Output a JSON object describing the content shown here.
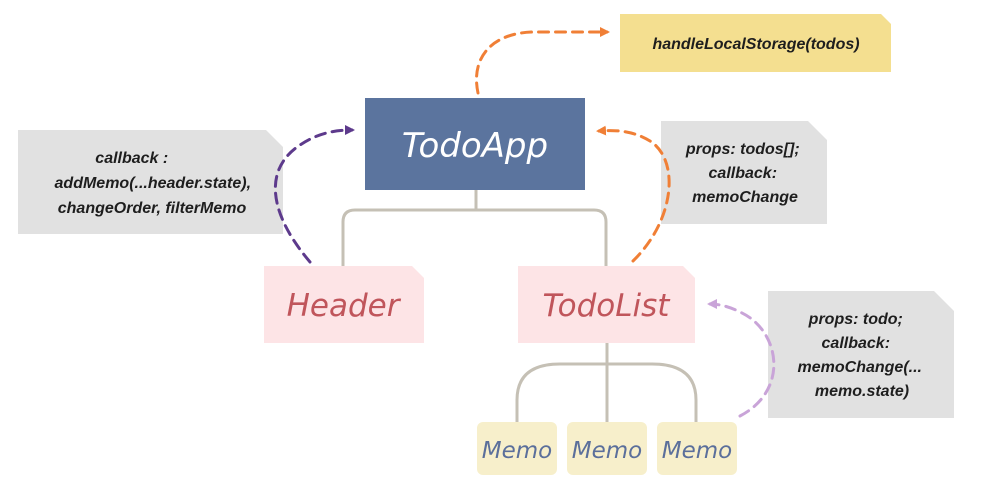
{
  "nodes": {
    "todoapp": {
      "label": "TodoApp"
    },
    "header": {
      "label": "Header"
    },
    "todolist": {
      "label": "TodoList"
    },
    "memos": [
      {
        "label": "Memo"
      },
      {
        "label": "Memo"
      },
      {
        "label": "Memo"
      }
    ]
  },
  "notes": {
    "storage": {
      "lines": [
        "handleLocalStorage(todos)"
      ]
    },
    "header_callback": {
      "lines": [
        "callback :",
        "addMemo(...header.state),",
        "changeOrder, filterMemo"
      ]
    },
    "todoapp_props": {
      "lines": [
        "props: todos[];",
        "callback:",
        "memoChange"
      ]
    },
    "memo_props": {
      "lines": [
        "props: todo;",
        "callback:",
        "memoChange(...",
        "memo.state)"
      ]
    }
  },
  "colors": {
    "todoapp_fill": "#5b749e",
    "todoapp_text": "#ffffff",
    "component_fill": "#fde4e6",
    "component_text": "#c0555b",
    "memo_fill": "#f7efcb",
    "memo_text": "#5b6f9b",
    "storage_fill": "#f4df90",
    "note_fill": "#e1e1e1",
    "tree_line": "#c5c0b5",
    "arrow_orange": "#f07f36",
    "arrow_purple": "#5d3a8c",
    "arrow_lilac": "#c9a4d8"
  }
}
